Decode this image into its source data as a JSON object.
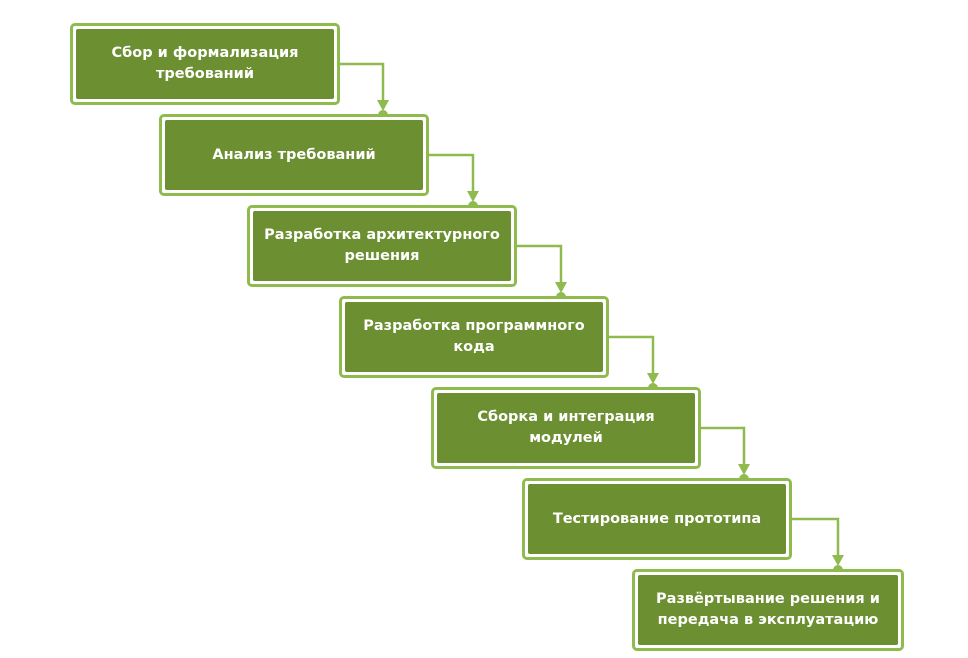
{
  "title": "Waterfall process",
  "colors": {
    "fill": "#6b8f31",
    "border": "#8fba4e",
    "connector": "#8fba4e"
  },
  "steps": [
    {
      "label": "Сбор и формализация требований"
    },
    {
      "label": "Анализ требований"
    },
    {
      "label": "Разработка архитектурного решения"
    },
    {
      "label": "Разработка программного кода"
    },
    {
      "label": "Сборка и интеграция модулей"
    },
    {
      "label": "Тестирование прототипа"
    },
    {
      "label": "Развёртывание решения и передача в эксплуатацию"
    }
  ]
}
